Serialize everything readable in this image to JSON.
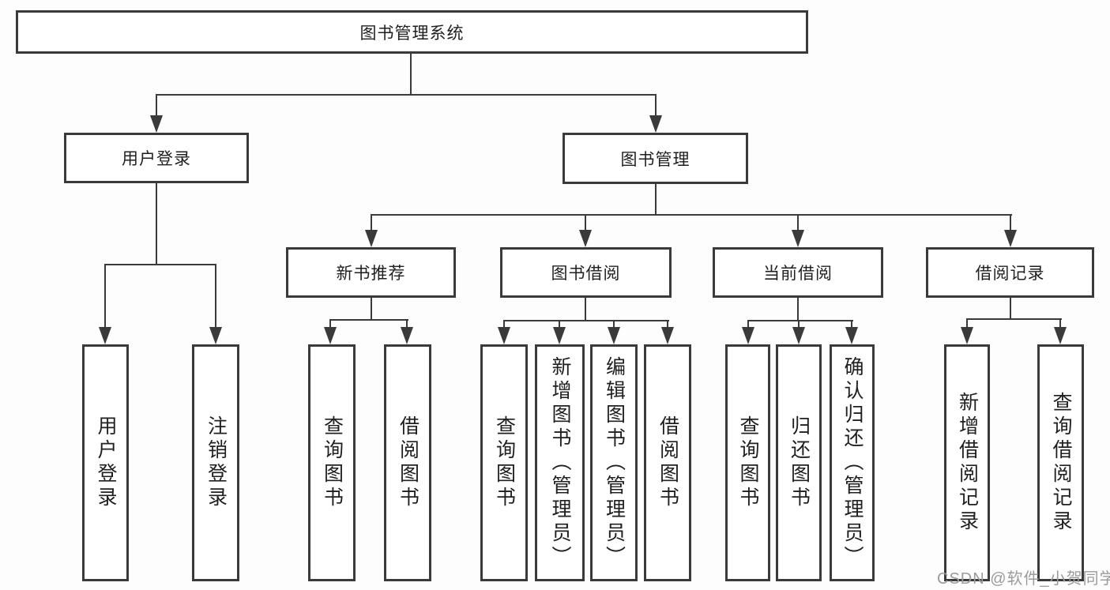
{
  "tree": {
    "label": "图书管理系统",
    "children": [
      {
        "label": "用户登录",
        "children": [
          {
            "label": "用户登录"
          },
          {
            "label": "注销登录"
          }
        ]
      },
      {
        "label": "图书管理",
        "children": [
          {
            "label": "新书推荐",
            "children": [
              {
                "label": "查询图书"
              },
              {
                "label": "借阅图书"
              }
            ]
          },
          {
            "label": "图书借阅",
            "children": [
              {
                "label": "查询图书"
              },
              {
                "label": "新增图书（管理员）"
              },
              {
                "label": "编辑图书（管理员）"
              },
              {
                "label": "借阅图书"
              }
            ]
          },
          {
            "label": "当前借阅",
            "children": [
              {
                "label": "查询图书"
              },
              {
                "label": "归还图书"
              },
              {
                "label": "确认归还（管理员）"
              }
            ]
          },
          {
            "label": "借阅记录",
            "children": [
              {
                "label": "新增借阅记录"
              },
              {
                "label": "查询借阅记录"
              }
            ]
          }
        ]
      }
    ]
  },
  "watermark": "CSDN @软件_小贺同学",
  "colors": {
    "line": "#3a3a3a",
    "text": "#1f1f1f",
    "watermark": "#9b9b9b",
    "background": "#fdfdfd"
  }
}
